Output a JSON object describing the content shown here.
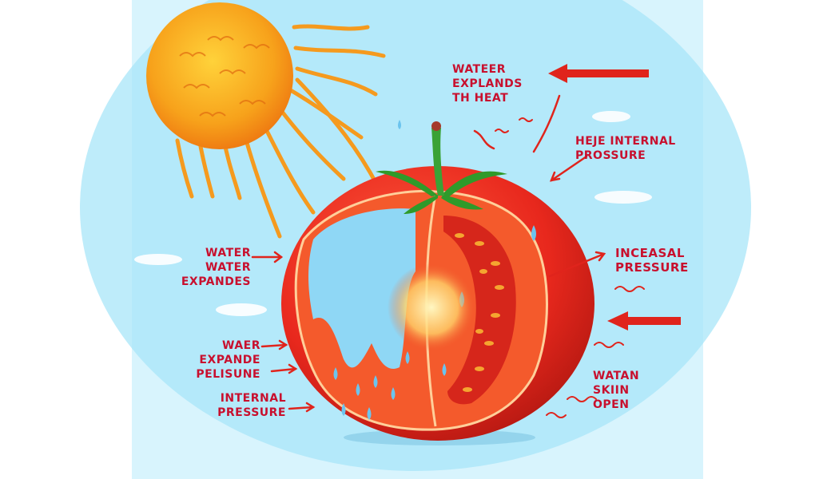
{
  "labels": {
    "top_center": [
      "WATEER",
      "EXPLANDS",
      "TH HEAT"
    ],
    "right_upper": [
      "HEJE INTERNAL",
      "PROSSURE"
    ],
    "right_middle": [
      "INCEASAL",
      "PRESSURE"
    ],
    "right_lower": [
      "WATAN",
      "SKIIN",
      "OPEN"
    ],
    "left_upper": [
      "WATER",
      "WATER",
      "EXPANDES"
    ],
    "left_middle": [
      "WAER",
      "EXPANDE",
      "PELISUNE"
    ],
    "left_lower": [
      "INTERNAL",
      "PRESSURE"
    ]
  },
  "colors": {
    "sky": "#bfeefb",
    "sun": "#f7a21b",
    "sun_rays": "#f59a1e",
    "tomato": "#e8281d",
    "tomato_dark": "#b71912",
    "flesh": "#f25a2a",
    "water": "#7fd3f5",
    "stem": "#2f9a2a",
    "label_red": "#c8102e",
    "arrow_red": "#e0241c"
  },
  "icons": [
    "sun-icon",
    "tomato-icon",
    "arrow-icon",
    "water-drop-icon"
  ]
}
